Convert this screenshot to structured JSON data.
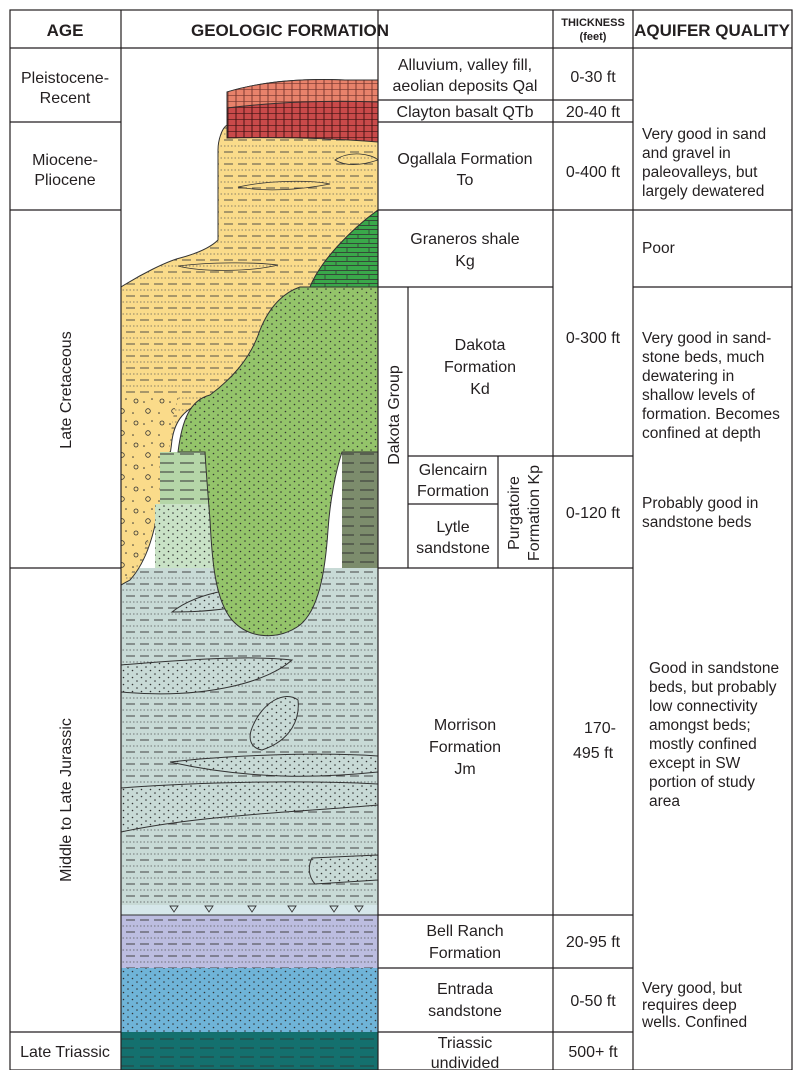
{
  "headers": {
    "age": "AGE",
    "formation": "GEOLOGIC FORMATION",
    "thickness_line1": "THICKNESS",
    "thickness_line2": "(feet)",
    "aquifer": "AQUIFER QUALITY"
  },
  "ages": {
    "pleistocene_l1": "Pleistocene-",
    "pleistocene_l2": "Recent",
    "miocene_l1": "Miocene-",
    "miocene_l2": "Pliocene",
    "late_cretaceous": "Late Cretaceous",
    "jurassic": "Middle to Late Jurassic",
    "triassic": "Late Triassic"
  },
  "formations": {
    "alluvium_l1": "Alluvium, valley fill,",
    "alluvium_l2": "aeolian deposits  Qal",
    "clayton": "Clayton basalt   QTb",
    "ogallala_l1": "Ogallala Formation",
    "ogallala_l2": "To",
    "graneros_l1": "Graneros shale",
    "graneros_l2": "Kg",
    "dakota_group": "Dakota Group",
    "dakota_l1": "Dakota",
    "dakota_l2": "Formation",
    "dakota_l3": "Kd",
    "glencairn_l1": "Glencairn",
    "glencairn_l2": "Formation",
    "lytle_l1": "Lytle",
    "lytle_l2": "sandstone",
    "purgatoire_l1": "Purgatoire",
    "purgatoire_l2": "Formation  Kp",
    "morrison_l1": "Morrison",
    "morrison_l2": "Formation",
    "morrison_l3": "Jm",
    "bellranch_l1": "Bell Ranch",
    "bellranch_l2": "Formation",
    "entrada_l1": "Entrada",
    "entrada_l2": "sandstone",
    "triassic_l1": "Triassic",
    "triassic_l2": "undivided"
  },
  "thickness": {
    "alluvium": "0-30 ft",
    "clayton": "20-40 ft",
    "ogallala": "0-400 ft",
    "dakota": "0-300 ft",
    "purgatoire": "0-120 ft",
    "morrison_l1": "170-",
    "morrison_l2": "495 ft",
    "bellranch": "20-95 ft",
    "entrada": "0-50 ft",
    "triassic": "500+ ft"
  },
  "aquifer": {
    "ogallala": [
      "Very good in sand",
      "and gravel in",
      "paleovalleys, but",
      "largely dewatered"
    ],
    "graneros": [
      "Poor"
    ],
    "dakota": [
      "Very good in sand-",
      "stone beds, much",
      "dewatering in",
      "shallow levels of",
      "formation. Becomes",
      "confined at depth"
    ],
    "purgatoire": [
      "Probably good in",
      "sandstone beds"
    ],
    "morrison": [
      "Good in sandstone",
      "beds, but probably",
      "low connectivity",
      "amongst beds;",
      "mostly confined",
      "except in SW",
      "portion of study",
      "area"
    ],
    "entrada": [
      "Very good, but",
      "requires deep",
      "wells. Confined"
    ]
  },
  "colors": {
    "alluvium": "#e8826b",
    "basalt": "#c94a4a",
    "ogallala": "#fadb8a",
    "graneros": "#3aa84a",
    "dakota": "#94c46a",
    "glencairn": "#b5d6a8",
    "lytle": "#c9e2c6",
    "dakota_dark": "#7c8c6c",
    "morrison": "#c8dad6",
    "bellranch": "#bcbde0",
    "entrada": "#6fb4d8",
    "triassic": "#14706e"
  }
}
